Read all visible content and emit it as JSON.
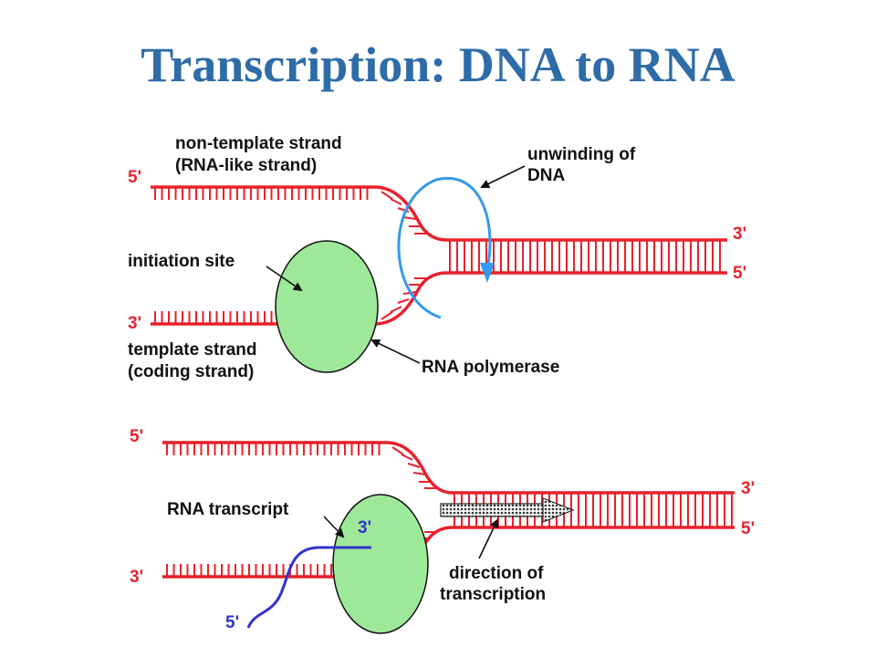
{
  "title": "Transcription: DNA to RNA",
  "colors": {
    "title": "#2e6ca8",
    "dna_strand": "#e8212b",
    "polymerase": "#9ee89a",
    "unwinding_arrow": "#3399ee",
    "rna_transcript": "#3333cc",
    "direction_arrow": "#888888"
  },
  "panel_top": {
    "labels": {
      "non_template_1": "non-template strand",
      "non_template_2": "(RNA-like strand)",
      "unwinding_1": "unwinding of",
      "unwinding_2": "DNA",
      "initiation_site": "initiation site",
      "template_1": "template strand",
      "template_2": "(coding strand)",
      "rna_polymerase": "RNA polymerase"
    },
    "ends": {
      "top_left": "5'",
      "bottom_left": "3'",
      "top_right": "3'",
      "bottom_right": "5'"
    }
  },
  "panel_bottom": {
    "labels": {
      "rna_transcript": "RNA transcript",
      "direction_1": "direction of",
      "direction_2": "transcription"
    },
    "ends": {
      "top_left": "5'",
      "bottom_left": "3'",
      "top_right": "3'",
      "bottom_right": "5'",
      "rna_3prime": "3'",
      "rna_5prime": "5'"
    }
  }
}
